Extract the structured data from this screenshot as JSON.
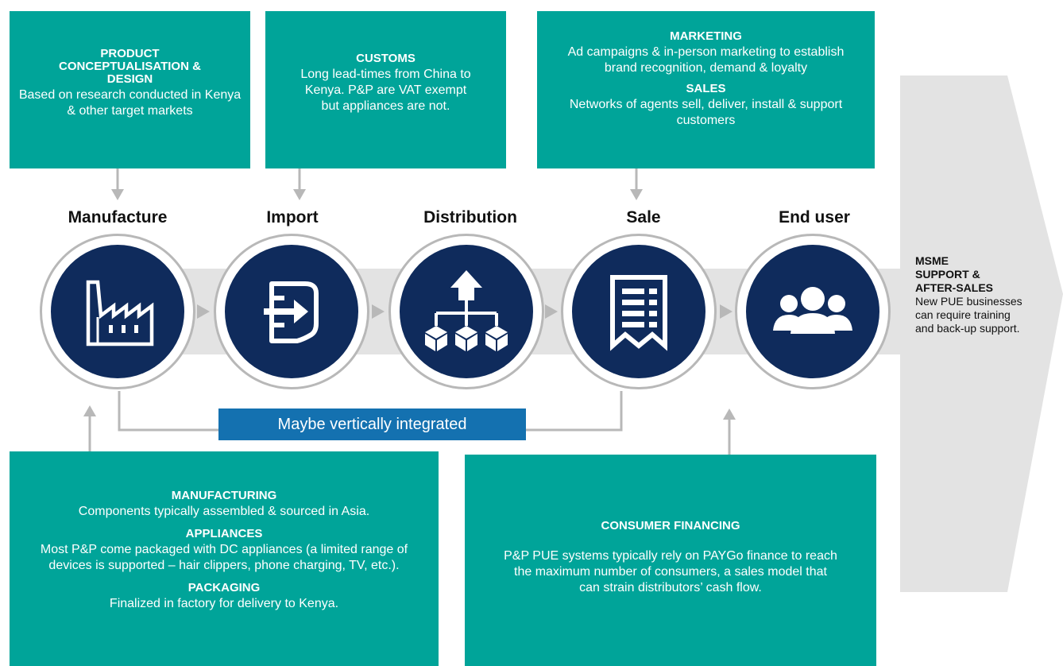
{
  "top_boxes": {
    "design": {
      "heading": "PRODUCT CONCEPTUALISATION & DESIGN",
      "text": "Based on research conducted in Kenya & other target markets"
    },
    "customs": {
      "heading": "CUSTOMS",
      "text": "Long lead-times from China to Kenya. P&P are VAT exempt but appliances are not."
    },
    "marketing": {
      "heading": "MARKETING",
      "text": "Ad campaigns & in-person marketing to establish brand recognition, demand & loyalty",
      "heading2": "SALES",
      "text2": "Networks of agents sell, deliver, install & support customers"
    }
  },
  "stages": [
    {
      "label": "Manufacture",
      "icon": "factory-icon"
    },
    {
      "label": "Import",
      "icon": "import-icon"
    },
    {
      "label": "Distribution",
      "icon": "distribution-network-icon"
    },
    {
      "label": "Sale",
      "icon": "receipt-icon"
    },
    {
      "label": "End user",
      "icon": "users-icon"
    }
  ],
  "banner": "Maybe vertically integrated",
  "side_note": {
    "heading": "MSME SUPPORT & AFTER-SALES",
    "text": "New PUE businesses can require training and back-up support."
  },
  "bottom_boxes": {
    "manufacturing": {
      "h1": "MANUFACTURING",
      "t1": "Components typically assembled & sourced in Asia.",
      "h2": "APPLIANCES",
      "t2": "Most P&P come packaged with DC appliances (a limited range of devices is supported – hair clippers, phone charging, TV, etc.).",
      "h3": "PACKAGING",
      "t3": "Finalized in factory for delivery to Kenya."
    },
    "financing": {
      "heading": "CONSUMER FINANCING",
      "text": "P&P PUE systems typically rely on PAYGo finance to reach the maximum number of consumers, a sales model that can strain distributors’ cash flow."
    }
  },
  "colors": {
    "teal": "#00a499",
    "navy": "#0f2b5c",
    "blue": "#1471b0",
    "gray": "#b8b8b8",
    "light_gray": "#e3e3e3"
  }
}
